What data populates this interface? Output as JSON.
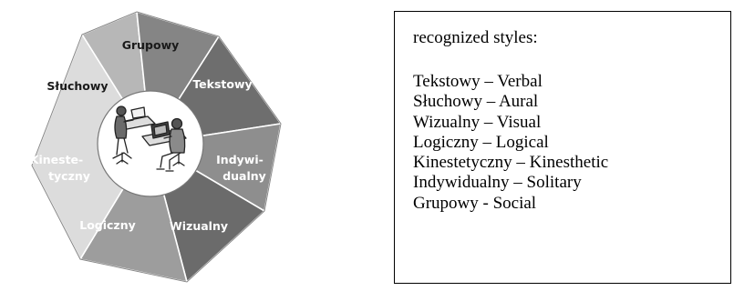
{
  "wheel": {
    "segments": [
      {
        "name": "Grupowy",
        "fill": "#b7b7b7",
        "lines": [
          "Grupowy"
        ]
      },
      {
        "name": "Tekstowy",
        "fill": "#858585",
        "lines": [
          "Tekstowy"
        ]
      },
      {
        "name": "Indywidualny",
        "fill": "#6e6e6e",
        "lines": [
          "Indywi-",
          "dualny"
        ]
      },
      {
        "name": "Wizualny",
        "fill": "#8e8e8e",
        "lines": [
          "Wizualny"
        ]
      },
      {
        "name": "Logiczny",
        "fill": "#6b6b6b",
        "lines": [
          "Logiczny"
        ]
      },
      {
        "name": "Kinestetyczny",
        "fill": "#9d9d9d",
        "lines": [
          "Kineste-",
          "tyczny"
        ]
      },
      {
        "name": "Słuchowy",
        "fill": "#dcdcdc",
        "lines": [
          "Słuchowy"
        ]
      }
    ],
    "label_colors": {
      "dark": "#ffffff",
      "light": "#1a1a1a"
    },
    "center_fill": "#ffffff"
  },
  "legend": {
    "title": "recognized styles:",
    "items": [
      "Tekstowy – Verbal",
      "Słuchowy – Aural",
      "Wizualny – Visual",
      "Logiczny – Logical",
      "Kinestetyczny – Kinesthetic",
      "Indywidualny – Solitary",
      "Grupowy - Social"
    ]
  }
}
